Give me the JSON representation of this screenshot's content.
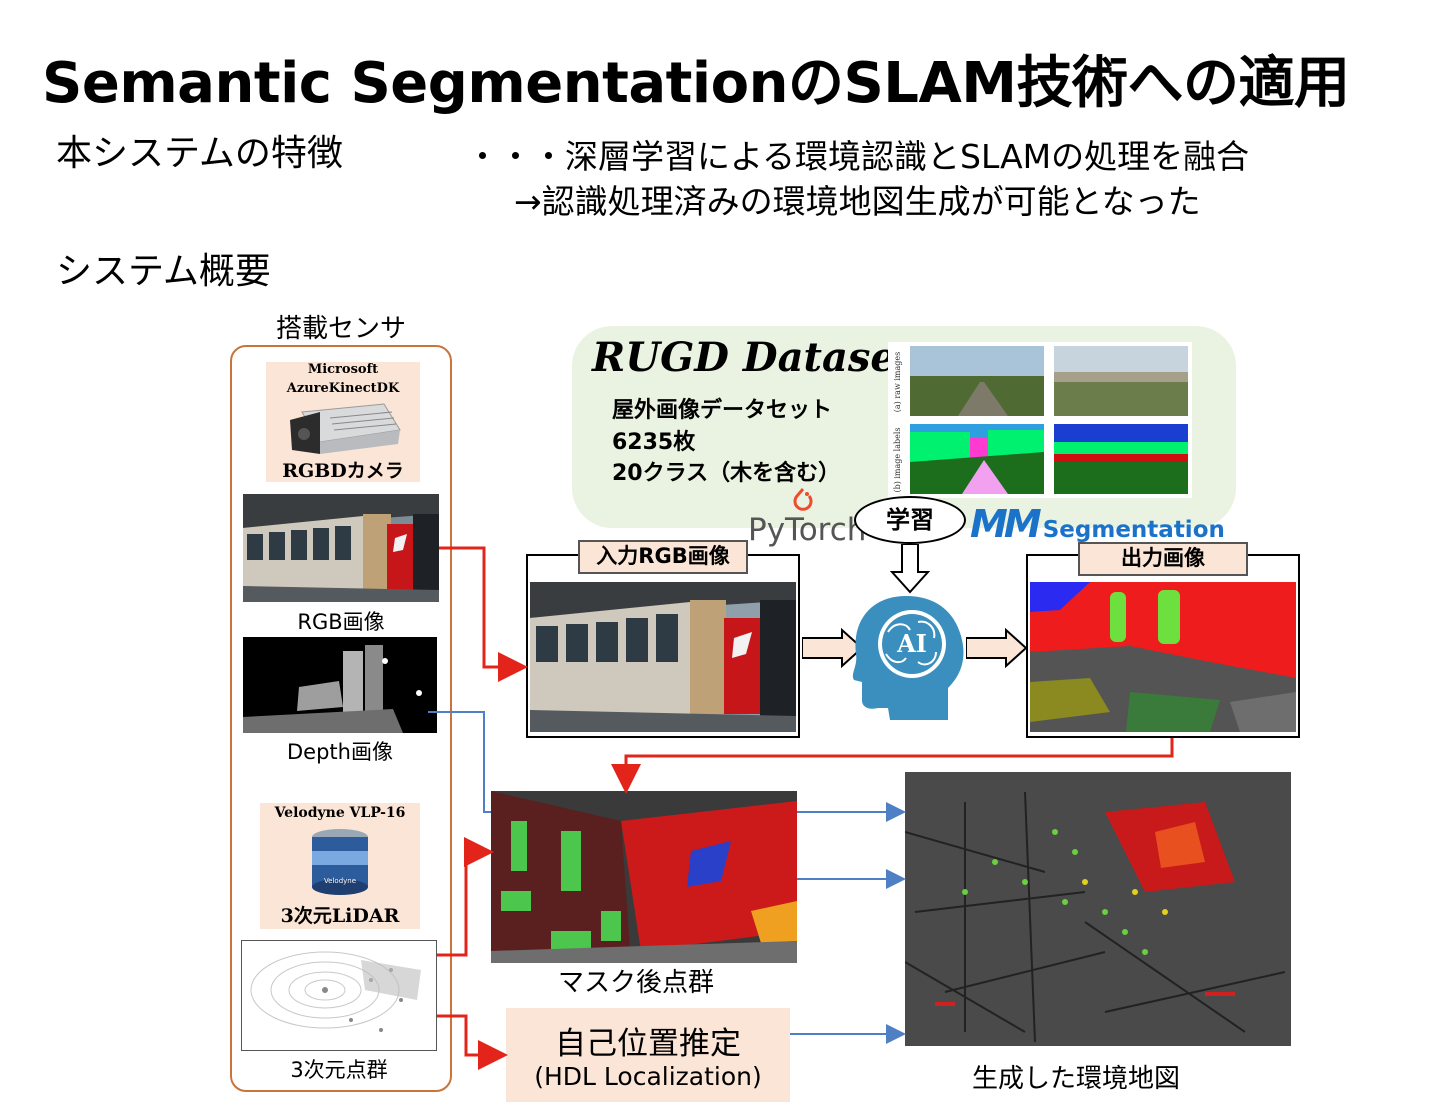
{
  "title": "Semantic SegmentationのSLAM技術への適用",
  "features": {
    "label": "本システムの特徴",
    "line1": "・・・深層学習による環境認識とSLAMの処理を融合",
    "line2": "→認識処理済みの環境地図生成が可能となった"
  },
  "overview_label": "システム概要",
  "sensors": {
    "title": "搭載センサ",
    "camera_brand_1": "Microsoft",
    "camera_brand_2": "AzureKinectDK",
    "camera_label": "RGBDカメラ",
    "rgb_caption": "RGB画像",
    "depth_caption": "Depth画像",
    "lidar_brand": "Velodyne VLP-16",
    "lidar_label": "3次元LiDAR",
    "lidar_logo": "Velodyne",
    "pointcloud_caption": "3次元点群"
  },
  "dataset": {
    "title": "RUGD Dataset",
    "line1": "屋外画像データセット",
    "line2": "6235枚",
    "line3": "20クラス（木を含む）",
    "raw_label": "(a) raw images",
    "labels_label": "(b) image labels"
  },
  "pipeline": {
    "pytorch": "PyTorch",
    "learning": "学習",
    "mmseg_mm": "MM",
    "mmseg": "Segmentation",
    "ai": "AI",
    "input_tag": "入力RGB画像",
    "output_tag": "出力画像",
    "masked_caption": "マスク後点群",
    "localization_1": "自己位置推定",
    "localization_2": "(HDL Localization)",
    "map_caption": "生成した環境地図"
  },
  "colors": {
    "accent_red": "#e3241b",
    "accent_blue": "#4f7fc4",
    "sensor_border": "#c8743a",
    "peach": "#fbe5d6",
    "mint": "#eaf3e2",
    "brain": "#3a8fbf"
  }
}
